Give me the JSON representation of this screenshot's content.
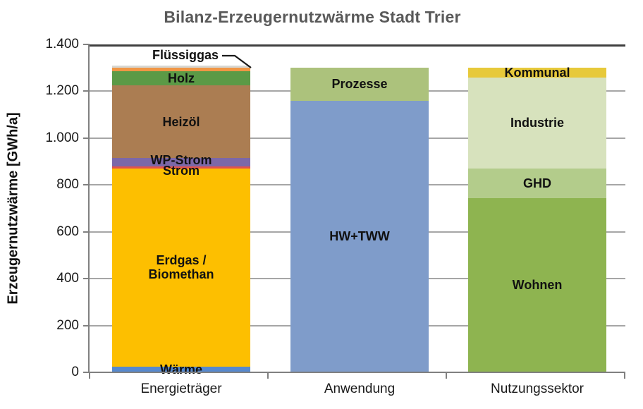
{
  "title": "Bilanz-Erzeugernutzwärme Stadt Trier",
  "chart_data": {
    "type": "bar",
    "stacked": true,
    "title": "Bilanz-Erzeugernutzwärme Stadt Trier",
    "ylabel": "Erzeugernutzwärme [GWh/a]",
    "xlabel": "",
    "unit": "GWh/a",
    "ylim": [
      0,
      1400
    ],
    "grid": true,
    "legend": "none (labels inside bars)",
    "yticks": [
      {
        "value": 0,
        "label": "0"
      },
      {
        "value": 200,
        "label": "200"
      },
      {
        "value": 400,
        "label": "400"
      },
      {
        "value": 600,
        "label": "600"
      },
      {
        "value": 800,
        "label": "800"
      },
      {
        "value": 1000,
        "label": "1.000"
      },
      {
        "value": 1200,
        "label": "1.200"
      },
      {
        "value": 1400,
        "label": "1.400"
      }
    ],
    "categories": [
      "Energieträger",
      "Anwendung",
      "Nutzungssektor"
    ],
    "bars": [
      {
        "category": "Energieträger",
        "total_approx": 1300,
        "segments": [
          {
            "label": "Wärme",
            "value": 25,
            "color": "#5689ce"
          },
          {
            "label": "Erdgas /\nBiomethan",
            "value": 845,
            "color": "#fdbf00"
          },
          {
            "label": "Strom",
            "value": 10,
            "color": "#e0534f"
          },
          {
            "label": "WP-Strom",
            "value": 35,
            "color": "#7c68a8"
          },
          {
            "label": "Heizöl",
            "value": 310,
            "color": "#ab7d52"
          },
          {
            "label": "Holz",
            "value": 60,
            "color": "#5b9a46"
          },
          {
            "label": "Flüssiggas",
            "value": 15,
            "color": "#f09645",
            "label_outside": true
          },
          {
            "label": "",
            "value": 10,
            "color": "#d7d7d2"
          }
        ]
      },
      {
        "category": "Anwendung",
        "total_approx": 1300,
        "segments": [
          {
            "label": "HW+TWW",
            "value": 1160,
            "color": "#7f9cca"
          },
          {
            "label": "Prozesse",
            "value": 140,
            "color": "#acc27c"
          }
        ]
      },
      {
        "category": "Nutzungssektor",
        "total_approx": 1300,
        "segments": [
          {
            "label": "Wohnen",
            "value": 745,
            "color": "#8eb450"
          },
          {
            "label": "GHD",
            "value": 125,
            "color": "#b3cc8b"
          },
          {
            "label": "Industrie",
            "value": 390,
            "color": "#d7e2bd"
          },
          {
            "label": "Kommunal",
            "value": 40,
            "color": "#e7c93a"
          }
        ]
      }
    ],
    "annotation": {
      "text": "Flüssiggas",
      "target": "Flüssiggas segment, top of Energieträger bar"
    },
    "colors": {
      "grid": "#a6a6a6",
      "axis": "#808080",
      "plot_top_border": "#3f3f3f",
      "text": "#1a1a1a",
      "title": "#595959"
    }
  }
}
